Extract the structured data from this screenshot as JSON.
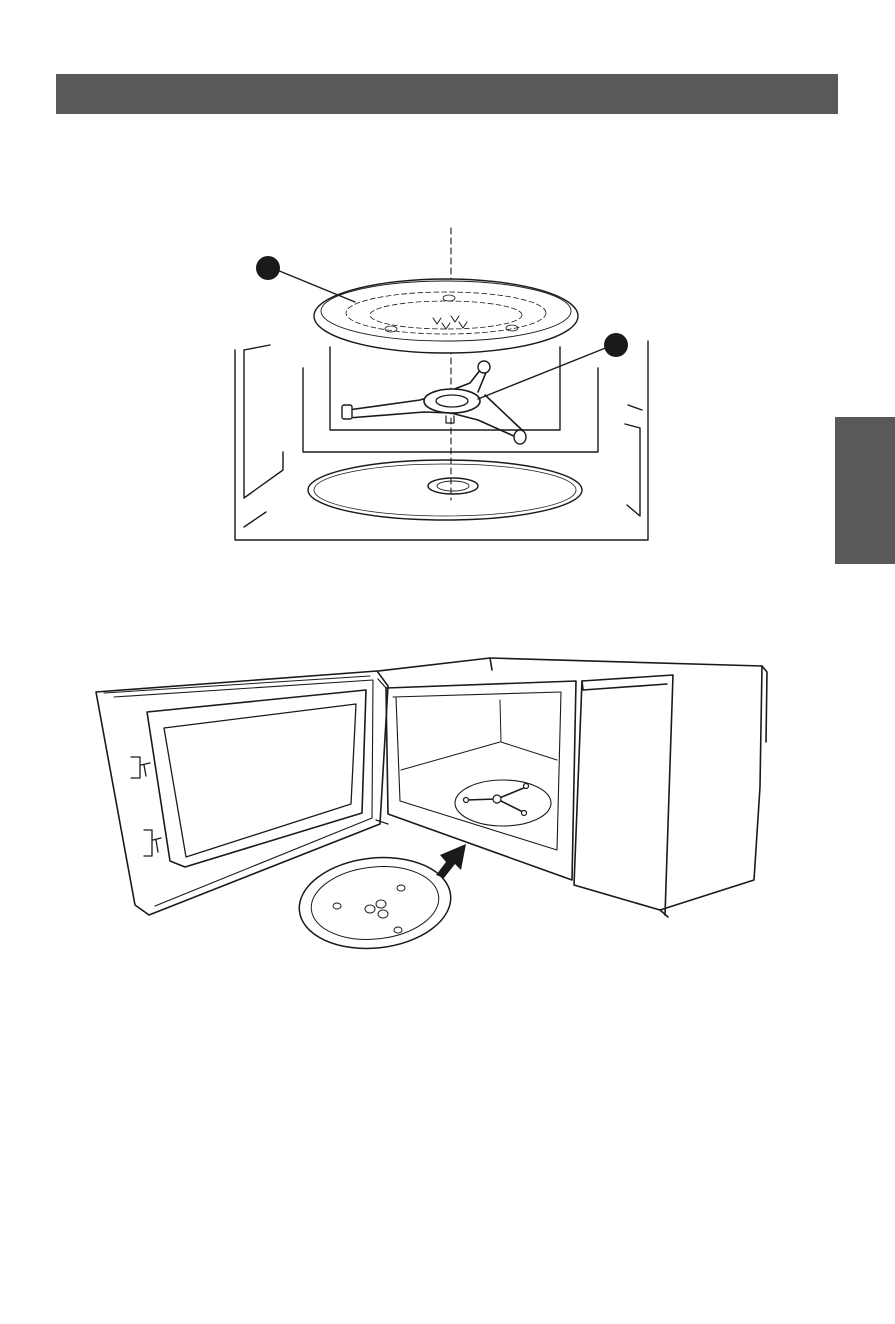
{
  "header": {
    "text": "",
    "color": "#5a5858"
  },
  "side_tab": {
    "text": "",
    "color": "#5a5858"
  },
  "figures": {
    "exploded": {
      "parts": [
        "glass-tray",
        "roller-ring",
        "cavity-floor"
      ],
      "callouts": [
        {
          "part": "glass-tray",
          "marker": "filled-circle"
        },
        {
          "part": "roller-ring",
          "marker": "filled-circle"
        }
      ]
    },
    "install": {
      "parts": [
        "microwave-body",
        "open-door",
        "glass-tray",
        "roller-ring"
      ],
      "arrow": "insert-tray-arrow"
    }
  },
  "colors": {
    "line": "#1a1a1a",
    "accent": "#5a5858"
  }
}
